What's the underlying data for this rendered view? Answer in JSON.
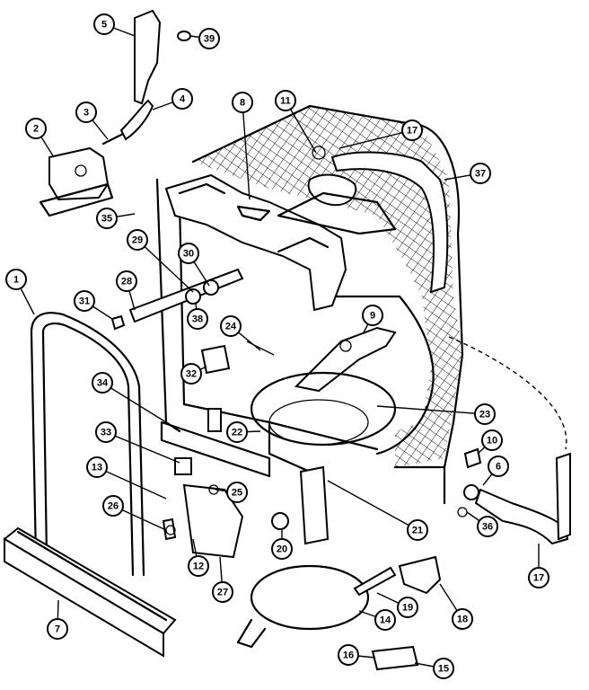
{
  "callouts": [
    {
      "label": "5"
    },
    {
      "label": "39"
    },
    {
      "label": "3"
    },
    {
      "label": "4"
    },
    {
      "label": "2"
    },
    {
      "label": "8"
    },
    {
      "label": "11"
    },
    {
      "label": "17"
    },
    {
      "label": "37"
    },
    {
      "label": "35"
    },
    {
      "label": "29"
    },
    {
      "label": "30"
    },
    {
      "label": "1"
    },
    {
      "label": "28"
    },
    {
      "label": "31"
    },
    {
      "label": "38"
    },
    {
      "label": "9"
    },
    {
      "label": "24"
    },
    {
      "label": "32"
    },
    {
      "label": "34"
    },
    {
      "label": "23"
    },
    {
      "label": "22"
    },
    {
      "label": "10"
    },
    {
      "label": "33"
    },
    {
      "label": "6"
    },
    {
      "label": "13"
    },
    {
      "label": "25"
    },
    {
      "label": "36"
    },
    {
      "label": "26"
    },
    {
      "label": "21"
    },
    {
      "label": "20"
    },
    {
      "label": "17"
    },
    {
      "label": "12"
    },
    {
      "label": "19"
    },
    {
      "label": "27"
    },
    {
      "label": "14"
    },
    {
      "label": "18"
    },
    {
      "label": "7"
    },
    {
      "label": "16"
    },
    {
      "label": "15"
    }
  ]
}
